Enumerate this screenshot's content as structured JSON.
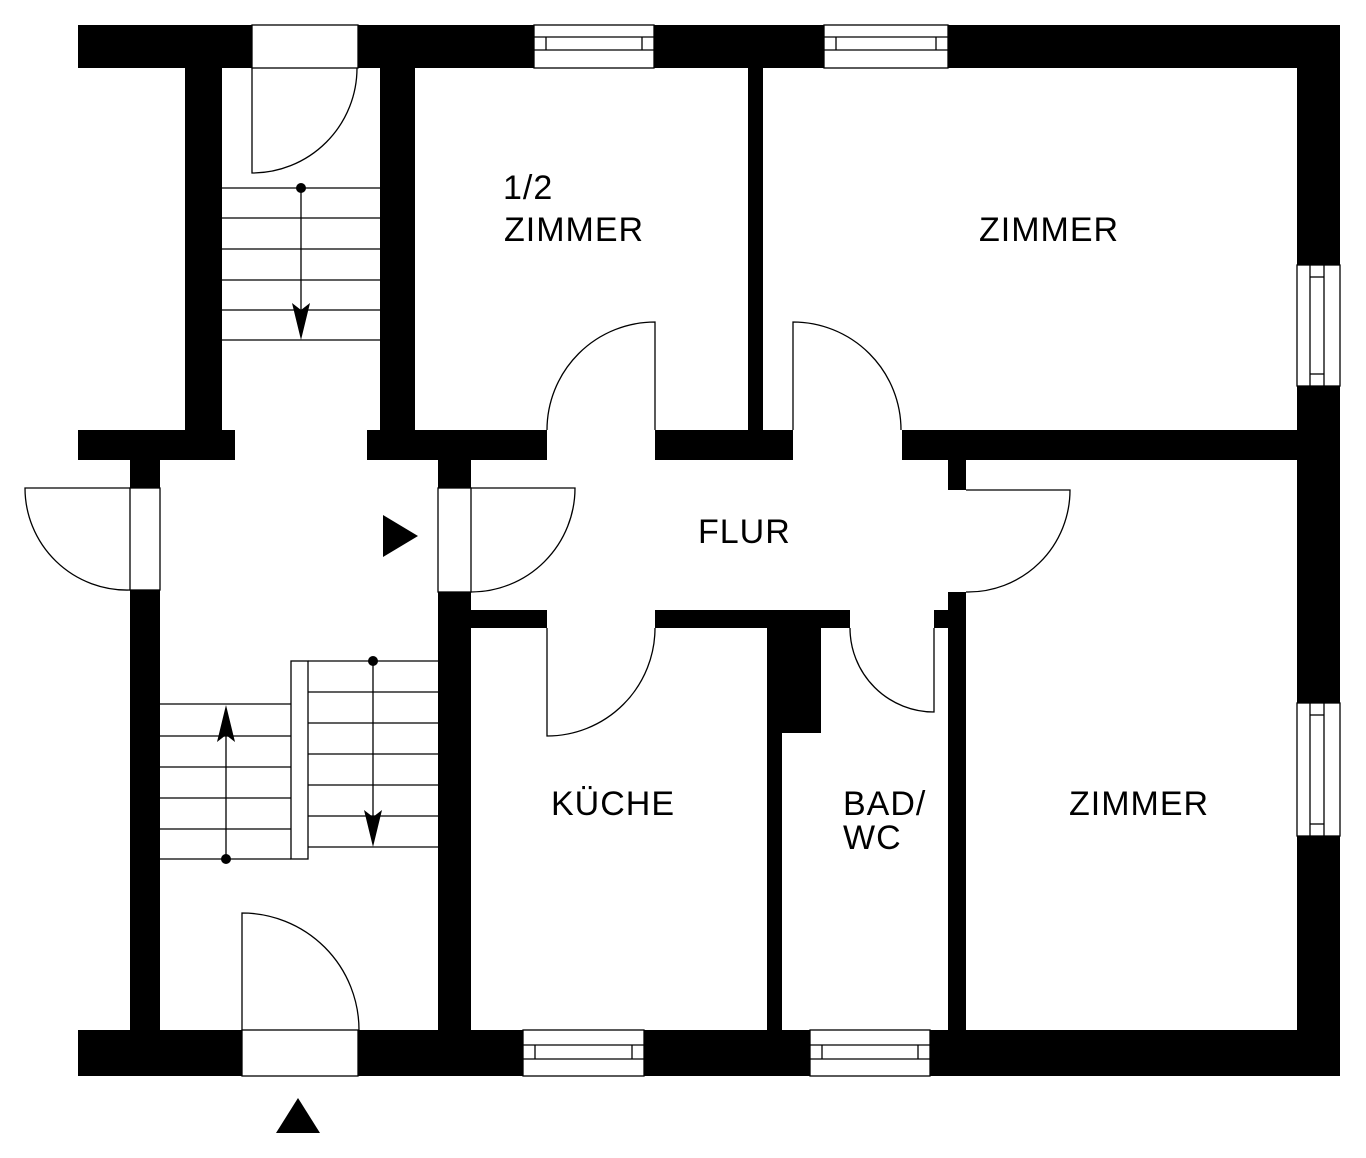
{
  "floor_plan": {
    "colors": {
      "wall": "#000000",
      "background": "#ffffff",
      "line": "#000000"
    },
    "rooms": {
      "half_room": {
        "line1": "1/2",
        "line2": "ZIMMER"
      },
      "room_top_right": {
        "label": "ZIMMER"
      },
      "hallway": {
        "label": "FLUR"
      },
      "kitchen": {
        "label": "KÜCHE"
      },
      "bathroom": {
        "line1": "BAD/",
        "line2": "WC"
      },
      "room_bottom_right": {
        "label": "ZIMMER"
      }
    },
    "symbols": {
      "stair_direction": "arrow-icon",
      "entrance": "triangle-icon"
    }
  }
}
